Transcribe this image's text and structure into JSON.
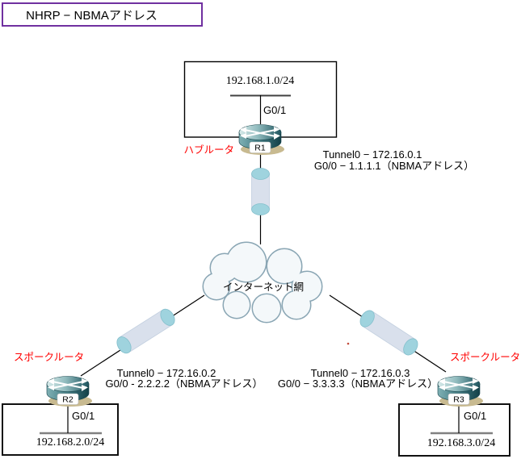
{
  "title": "NHRP − NBMAアドレス",
  "colors": {
    "title_border": "#7030a0",
    "role_text": "#ff0000",
    "router_teal": "#2a6a72",
    "pipe_body": "#d9e0ec",
    "pipe_cap": "#9fd3de",
    "cloud_outline": "#8aa6b4"
  },
  "cloud": {
    "label": "インターネット網"
  },
  "hub": {
    "role": "ハブルータ",
    "name": "R1",
    "lan_subnet": "192.168.1.0/24",
    "lan_interface": "G0/1",
    "tunnel": "Tunnel0 − 172.16.0.1",
    "nbma": "G0/0 − 1.1.1.1（NBMAアドレス）"
  },
  "spokes": [
    {
      "role": "スポークルータ",
      "name": "R2",
      "lan_subnet": "192.168.2.0/24",
      "lan_interface": "G0/1",
      "tunnel": "Tunnel0 − 172.16.0.2",
      "nbma": "G0/0 - 2.2.2.2（NBMAアドレス）"
    },
    {
      "role": "スポークルータ",
      "name": "R3",
      "lan_subnet": "192.168.3.0/24",
      "lan_interface": "G0/1",
      "tunnel": "Tunnel0 − 172.16.0.3",
      "nbma": "G0/0 − 3.3.3.3（NBMAアドレス）"
    }
  ]
}
